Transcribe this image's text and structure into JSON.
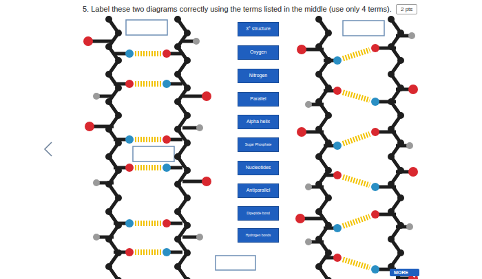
{
  "diagram": {
    "title": "5. Label these two diagrams correctly using the terms listed in the middle (use only 4 terms).",
    "nodes": [
      {
        "text": [
          "2 pts"
        ]
      },
      {
        "text": [
          "3° structure"
        ]
      },
      {
        "text": [
          "Oxygen"
        ]
      },
      {
        "text": [
          "Nitrogen"
        ]
      },
      {
        "text": [
          "Parallel"
        ]
      },
      {
        "text": [
          "Alpha helix"
        ]
      },
      {
        "text": [
          "Sugar Phosphate"
        ]
      },
      {
        "text": [
          "Nucleotides"
        ]
      },
      {
        "text": [
          "Antiparallel"
        ]
      },
      {
        "text": [
          "Dipeptide bond"
        ]
      },
      {
        "text": [
          "Hydrogen bonds"
        ]
      },
      {
        "text": [
          "MORE"
        ]
      }
    ]
  }
}
